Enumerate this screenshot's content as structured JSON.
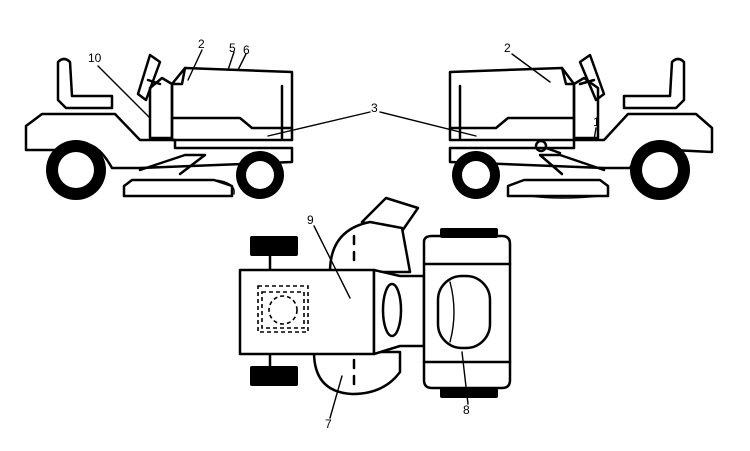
{
  "callouts": {
    "c1": "1",
    "c2_left": "2",
    "c2_right": "2",
    "c3": "3",
    "c5": "5",
    "c6": "6",
    "c7": "7",
    "c8": "8",
    "c9": "9",
    "c10": "10"
  },
  "colors": {
    "line": "#000000",
    "background": "#ffffff"
  }
}
